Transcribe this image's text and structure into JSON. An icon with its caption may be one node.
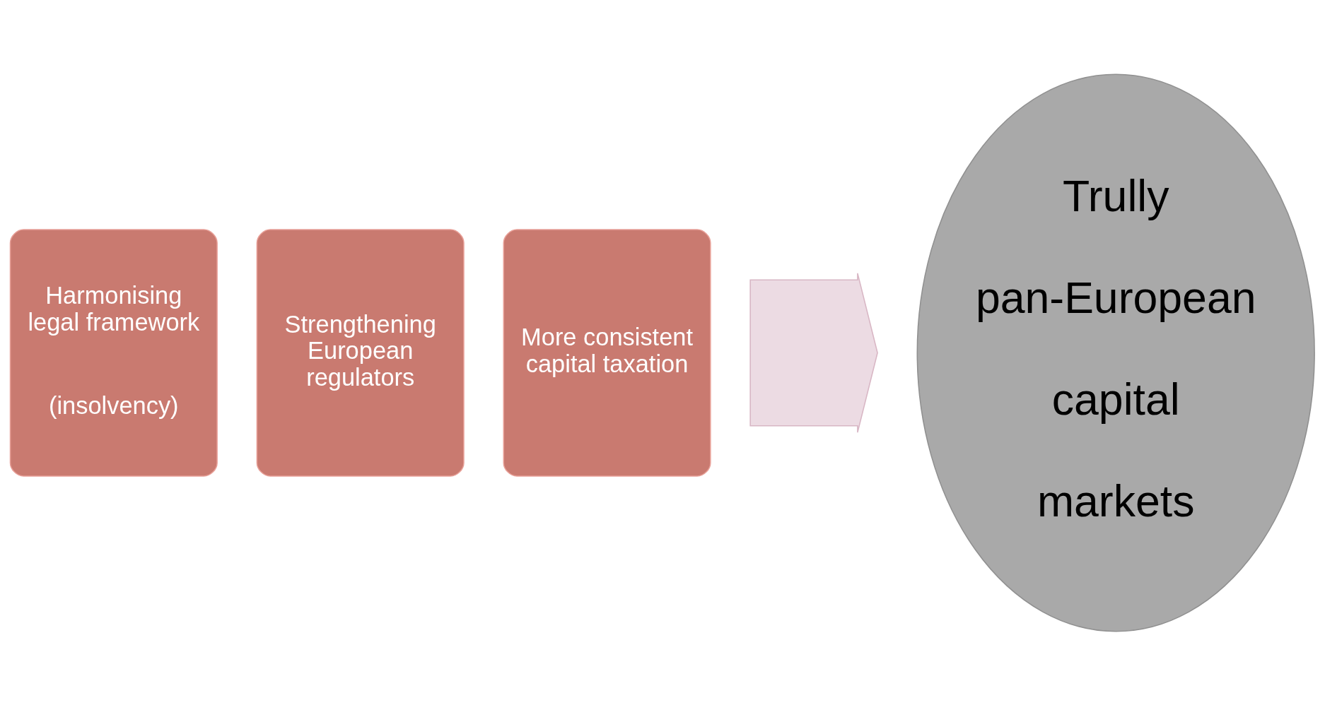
{
  "diagram": {
    "nodes": [
      {
        "text": [
          "Harmonising legal framework",
          "(insolvency)"
        ]
      },
      {
        "text": [
          "Strengthening European regulators"
        ]
      },
      {
        "text": [
          "More consistent capital taxation"
        ]
      },
      {
        "text": [],
        "shape": "arrow"
      },
      {
        "text": [
          "Trully pan-European capital markets"
        ]
      }
    ]
  }
}
